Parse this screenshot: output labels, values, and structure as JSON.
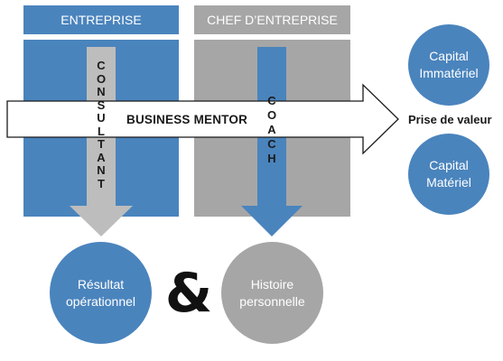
{
  "columns": {
    "entreprise": {
      "title": "ENTREPRISE"
    },
    "chef": {
      "title": "CHEF D’ENTREPRISE"
    }
  },
  "vertical_labels": {
    "consultant": [
      "C",
      "O",
      "N",
      "S",
      "U",
      "L",
      "T",
      "A",
      "N",
      "T"
    ],
    "coach": [
      "C",
      "O",
      "A",
      "C",
      "H"
    ]
  },
  "arrow_label": "BUSINESS MENTOR",
  "target_label": "Prise de valeur",
  "circles": {
    "capital_immateriel": [
      "Capital",
      "Immatériel"
    ],
    "capital_materiel": [
      "Capital",
      "Matériel"
    ],
    "resultat": [
      "Résultat",
      "opérationnel"
    ],
    "histoire": [
      "Histoire",
      "personnelle"
    ]
  },
  "ampersand": "&",
  "colors": {
    "blue": "#4a84bd",
    "gray": "#a6a6a6",
    "light_gray": "#bdbdbd"
  }
}
